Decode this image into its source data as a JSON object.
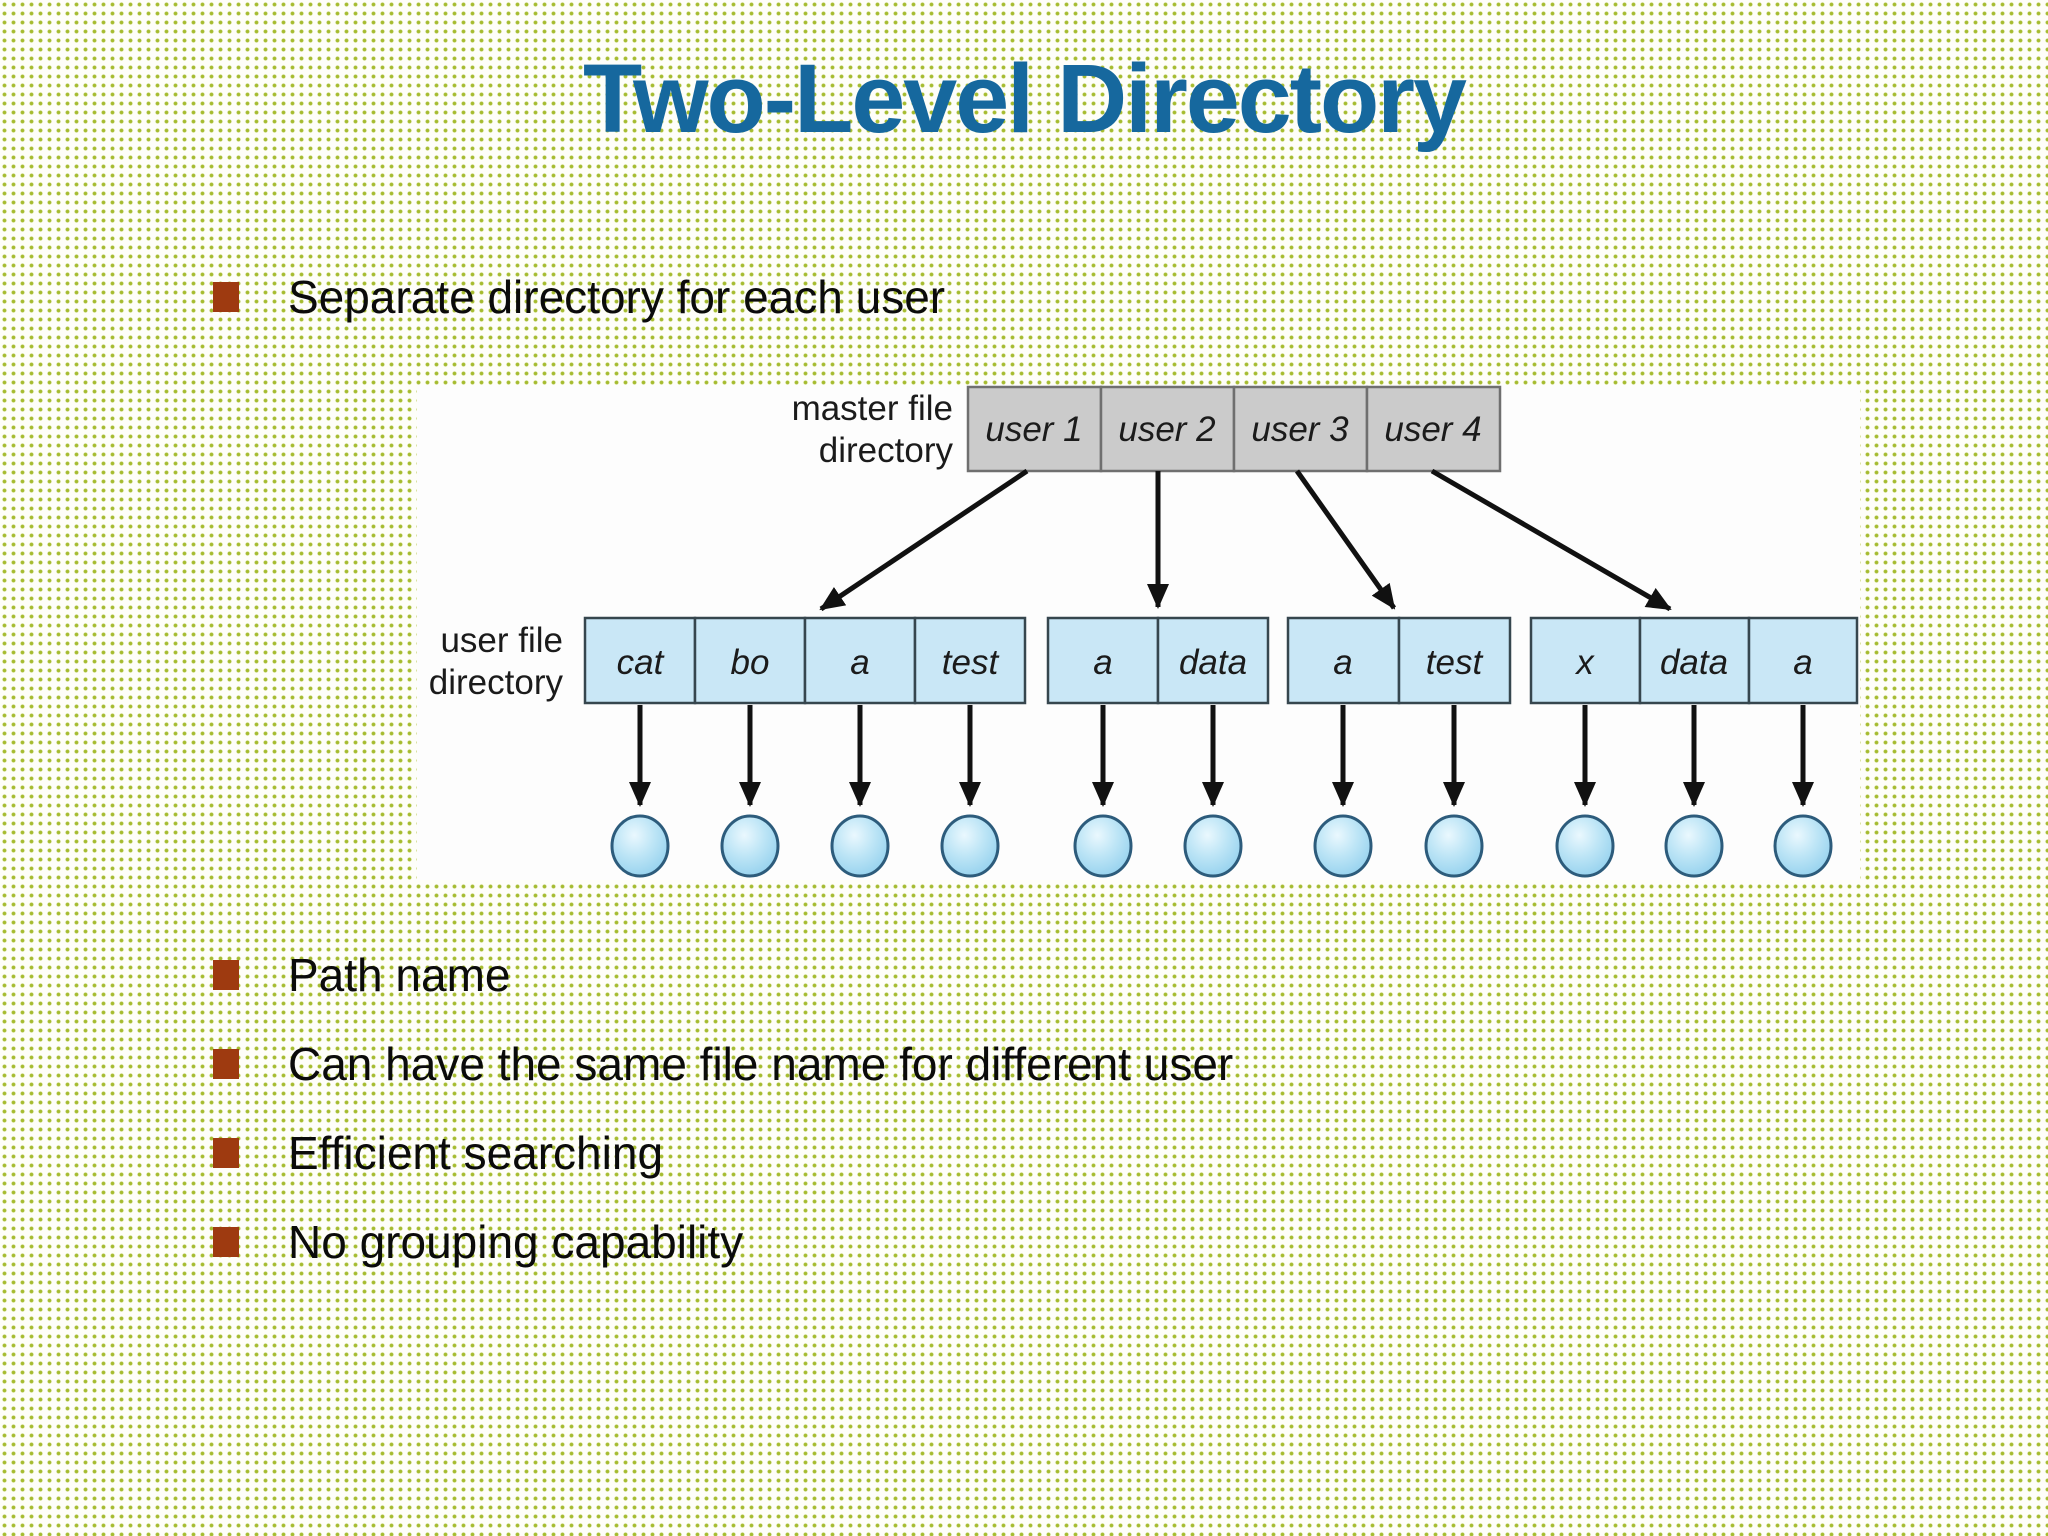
{
  "slide": {
    "title": "Two-Level Directory",
    "top_bullets": [
      "Separate directory for each user"
    ],
    "bottom_bullets": [
      "Path name",
      "Can have the same file name for different user",
      "Efficient searching",
      "No grouping capability"
    ]
  },
  "diagram": {
    "master_label": [
      "master file",
      "directory"
    ],
    "user_label": [
      "user file",
      "directory"
    ],
    "master_cells": [
      "user 1",
      "user 2",
      "user 3",
      "user 4"
    ],
    "user_groups": [
      [
        "cat",
        "bo",
        "a",
        "test"
      ],
      [
        "a",
        "data"
      ],
      [
        "a",
        "test"
      ],
      [
        "x",
        "data",
        "a"
      ]
    ]
  },
  "colors": {
    "title": "#16689E",
    "bullet_marker": "#9E3A10",
    "background_dot": "#A6BC30",
    "master_cell_fill": "#CBCBCB",
    "user_cell_fill": "#C9E7F6",
    "file_circle_stroke": "#2D5C7C",
    "arrow": "#111111"
  }
}
